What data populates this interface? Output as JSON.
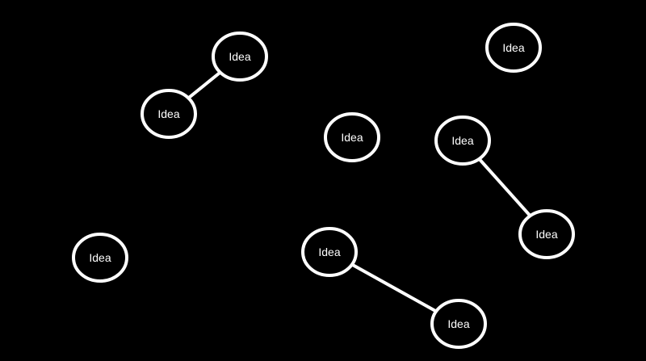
{
  "canvas": {
    "background": "#000000",
    "stroke_color": "#ffffff",
    "label_color": "#ffffff"
  },
  "nodes": [
    {
      "id": "n1",
      "label": "Idea"
    },
    {
      "id": "n2",
      "label": "Idea"
    },
    {
      "id": "n3",
      "label": "Idea"
    },
    {
      "id": "n4",
      "label": "Idea"
    },
    {
      "id": "n5",
      "label": "Idea"
    },
    {
      "id": "n6",
      "label": "Idea"
    },
    {
      "id": "n7",
      "label": "Idea"
    },
    {
      "id": "n8",
      "label": "Idea"
    },
    {
      "id": "n9",
      "label": "Idea"
    }
  ],
  "edges": [
    {
      "from": "n1",
      "to": "n2"
    },
    {
      "from": "n5",
      "to": "n6"
    },
    {
      "from": "n8",
      "to": "n9"
    }
  ]
}
